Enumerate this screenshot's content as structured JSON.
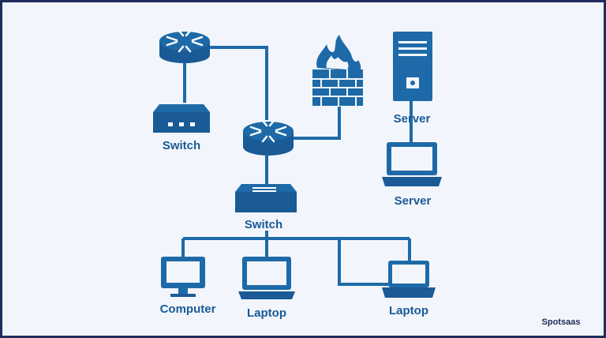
{
  "diagram": {
    "labels": {
      "switch_top_left": "Switch",
      "switch_center": "Switch",
      "server_tower": "Server",
      "server_laptop": "Server",
      "computer": "Computer",
      "laptop_middle": "Laptop",
      "laptop_right": "Laptop"
    },
    "brand": "Spotsaas",
    "colors": {
      "device": "#1e6aa8",
      "device_dark": "#1a5a96",
      "background": "#f2f6fc",
      "border": "#1f2c5c"
    },
    "icons": [
      "router-icon",
      "switch-icon",
      "firewall-icon",
      "server-icon",
      "laptop-icon",
      "computer-icon"
    ]
  }
}
